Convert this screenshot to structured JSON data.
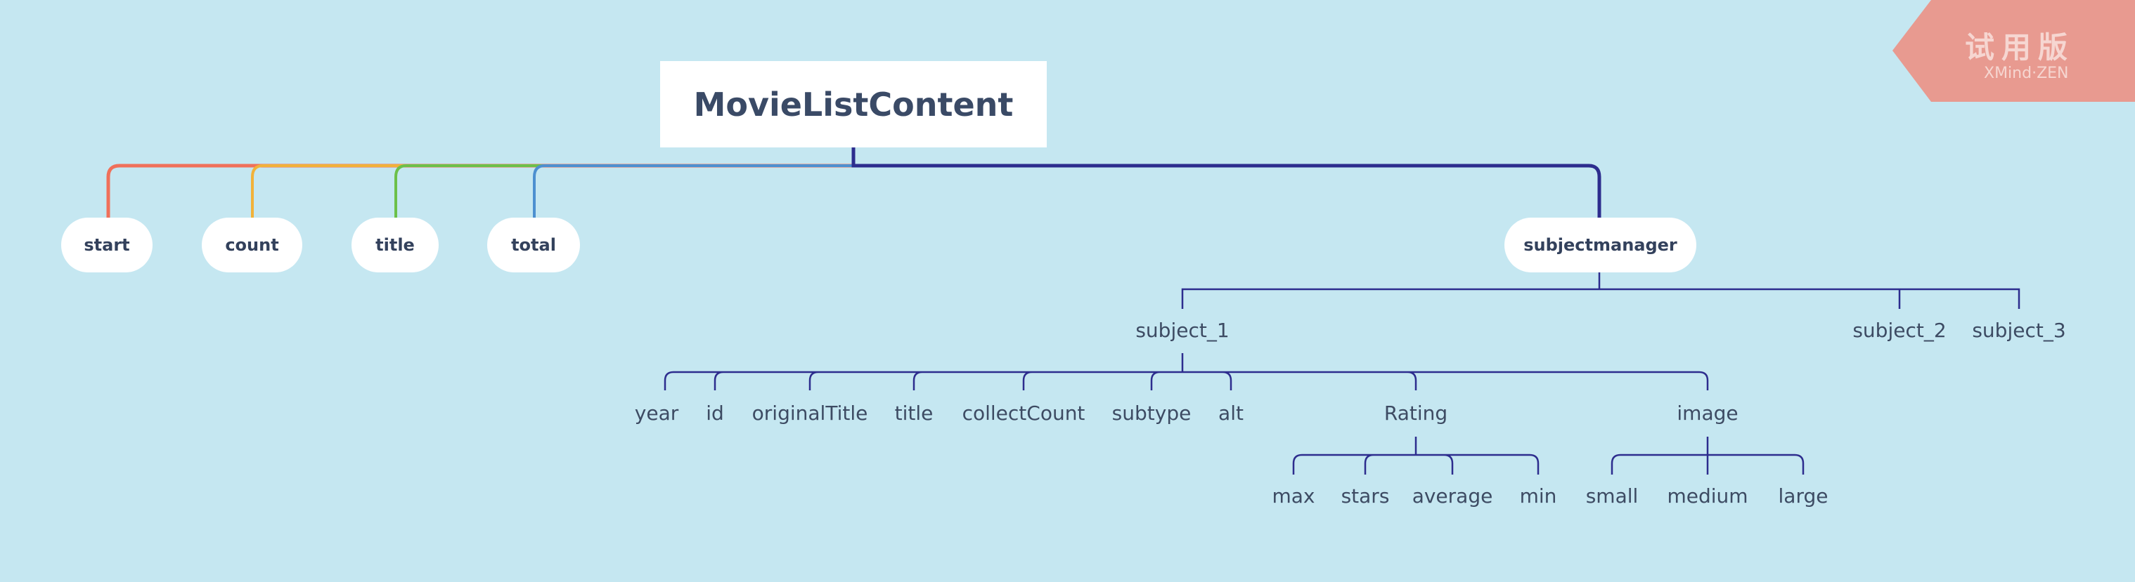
{
  "colors": {
    "background": "#c5e7f1",
    "branch_start": "#f0705a",
    "branch_count": "#f1b23a",
    "branch_title": "#6cc04a",
    "branch_total": "#4d90d0",
    "branch_subject": "#2d2d8e",
    "watermark": "#e89a90"
  },
  "root": {
    "label": "MovieListContent"
  },
  "branches": [
    {
      "label": "start"
    },
    {
      "label": "count"
    },
    {
      "label": "title"
    },
    {
      "label": "total"
    },
    {
      "label": "subjectmanager"
    }
  ],
  "subjects": [
    "subject_1",
    "subject_2",
    "subject_3"
  ],
  "subject_fields": [
    "year",
    "id",
    "originalTitle",
    "title",
    "collectCount",
    "subtype",
    "alt",
    "Rating",
    "image"
  ],
  "rating_fields": [
    "max",
    "stars",
    "average",
    "min"
  ],
  "image_fields": [
    "small",
    "medium",
    "large"
  ],
  "watermark": {
    "title": "试用版",
    "subtitle": "XMind·ZEN"
  }
}
